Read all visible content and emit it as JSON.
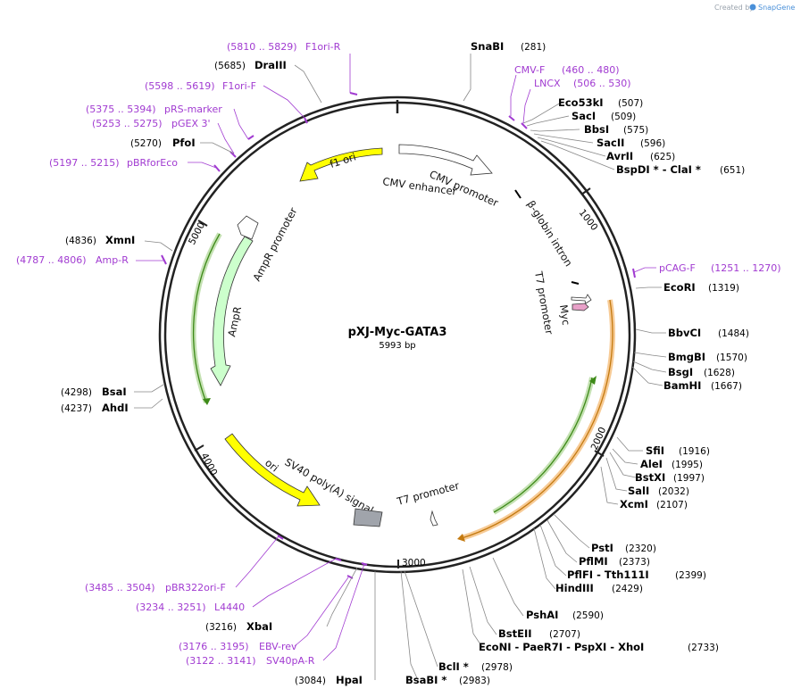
{
  "credit": {
    "prefix": "Created by",
    "brand": "SnapGene"
  },
  "plasmid": {
    "name": "pXJ-Myc-GATA3",
    "size_label": "5993 bp",
    "length": 5993
  },
  "ticks": [
    {
      "pos": 1000,
      "label": "1000"
    },
    {
      "pos": 2000,
      "label": "2000"
    },
    {
      "pos": 3000,
      "label": "3000"
    },
    {
      "pos": 4000,
      "label": "4000"
    },
    {
      "pos": 5000,
      "label": "5000"
    }
  ],
  "enzymes_right": [
    {
      "name": "SnaBI",
      "pos": "(281)"
    },
    {
      "name": "Eco53kI",
      "pos": "(507)"
    },
    {
      "name": "SacI",
      "pos": "(509)"
    },
    {
      "name": "BbsI",
      "pos": "(575)"
    },
    {
      "name": "SacII",
      "pos": "(596)"
    },
    {
      "name": "AvrII",
      "pos": "(625)"
    },
    {
      "name": "BspDI * - ClaI *",
      "pos": "(651)"
    },
    {
      "name": "EcoRI",
      "pos": "(1319)"
    },
    {
      "name": "BbvCI",
      "pos": "(1484)"
    },
    {
      "name": "BmgBI",
      "pos": "(1570)"
    },
    {
      "name": "BsgI",
      "pos": "(1628)"
    },
    {
      "name": "BamHI",
      "pos": "(1667)"
    },
    {
      "name": "SfiI",
      "pos": "(1916)"
    },
    {
      "name": "AleI",
      "pos": "(1995)"
    },
    {
      "name": "BstXI",
      "pos": "(1997)"
    },
    {
      "name": "SalI",
      "pos": "(2032)"
    },
    {
      "name": "XcmI",
      "pos": "(2107)"
    },
    {
      "name": "PstI",
      "pos": "(2320)"
    },
    {
      "name": "PflMI",
      "pos": "(2373)"
    },
    {
      "name": "PflFI - Tth111I",
      "pos": "(2399)"
    },
    {
      "name": "HindIII",
      "pos": "(2429)"
    },
    {
      "name": "PshAI",
      "pos": "(2590)"
    },
    {
      "name": "BstEII",
      "pos": "(2707)"
    },
    {
      "name": "EcoNI - PaeR7I - PspXI - XhoI",
      "pos": "(2733)"
    },
    {
      "name": "BclI *",
      "pos": "(2978)"
    },
    {
      "name": "BsaBI *",
      "pos": "(2983)"
    }
  ],
  "enzymes_left": [
    {
      "name": "HpaI",
      "pos": "(3084)"
    },
    {
      "name": "XbaI",
      "pos": "(3216)"
    },
    {
      "name": "AhdI",
      "pos": "(4237)"
    },
    {
      "name": "BsaI",
      "pos": "(4298)"
    },
    {
      "name": "XmnI",
      "pos": "(4836)"
    },
    {
      "name": "PfoI",
      "pos": "(5270)"
    },
    {
      "name": "DraIII",
      "pos": "(5685)"
    }
  ],
  "primers": [
    {
      "name": "F1ori-R",
      "range": "(5810 .. 5829)"
    },
    {
      "name": "F1ori-F",
      "range": "(5598 .. 5619)"
    },
    {
      "name": "pRS-marker",
      "range": "(5375 .. 5394)"
    },
    {
      "name": "pGEX 3'",
      "range": "(5253 .. 5275)"
    },
    {
      "name": "pBRforEco",
      "range": "(5197 .. 5215)"
    },
    {
      "name": "Amp-R",
      "range": "(4787 .. 4806)"
    },
    {
      "name": "CMV-F",
      "range": "(460 .. 480)"
    },
    {
      "name": "LNCX",
      "range": "(506 .. 530)"
    },
    {
      "name": "pCAG-F",
      "range": "(1251 .. 1270)"
    },
    {
      "name": "pBR322ori-F",
      "range": "(3485 .. 3504)"
    },
    {
      "name": "L4440",
      "range": "(3234 .. 3251)"
    },
    {
      "name": "EBV-rev",
      "range": "(3176 .. 3195)"
    },
    {
      "name": "SV40pA-R",
      "range": "(3122 .. 3141)"
    }
  ],
  "features": {
    "f1_ori": "f1 ori",
    "cmv_enhancer": "CMV enhancer",
    "cmv_promoter": "CMV promoter",
    "beta_globin_intron": "β-globin intron",
    "t7_promoter_top": "T7 promoter",
    "myc": "Myc",
    "ampr_promoter": "AmpR promoter",
    "ampr": "AmpR",
    "ori": "ori",
    "sv40_polya": "SV40 poly(A) signal",
    "t7_promoter_bottom": "T7 promoter"
  },
  "colors": {
    "backbone": "#222222",
    "primer": "#a13bd1",
    "f1_ori": "#ffff00",
    "ori": "#ffff00",
    "ampr": "#ccffcc",
    "gata3_outline": "#f0a040",
    "orf_green": "#55aa22",
    "myc": "#e8a0c8",
    "polya": "#a0a4ab"
  }
}
